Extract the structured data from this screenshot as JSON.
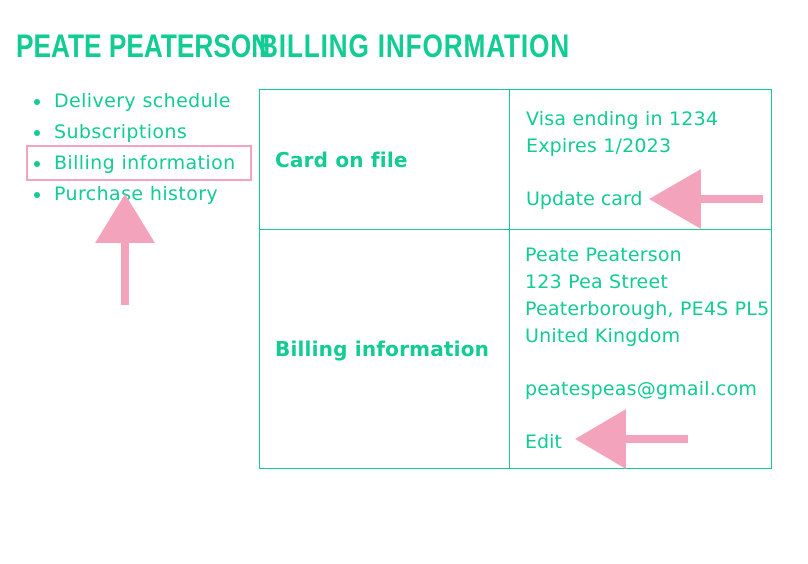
{
  "header": {
    "user_name": "PEATE PEATERSON",
    "page_title": "BILLING INFORMATION"
  },
  "sidebar": {
    "items": [
      {
        "label": "Delivery schedule"
      },
      {
        "label": "Subscriptions"
      },
      {
        "label": "Billing information",
        "highlighted": true
      },
      {
        "label": "Purchase history"
      }
    ]
  },
  "card_section": {
    "label": "Card on file",
    "card_description": "Visa ending in 1234",
    "expiry": "Expires 1/2023",
    "update_link": "Update card"
  },
  "billing_section": {
    "label": "Billing information",
    "name": "Peate Peaterson",
    "street": "123 Pea Street",
    "city_postcode": "Peaterborough, PE4S PL5",
    "country": "United Kingdom",
    "email": "peatespeas@gmail.com",
    "edit_link": "Edit"
  },
  "colors": {
    "accent": "#12cc94",
    "annotation": "#f4a3bd",
    "background": "#ffffff"
  },
  "annotations": {
    "arrow_icons": [
      "arrow-up-icon",
      "arrow-left-icon",
      "arrow-left-icon"
    ]
  }
}
